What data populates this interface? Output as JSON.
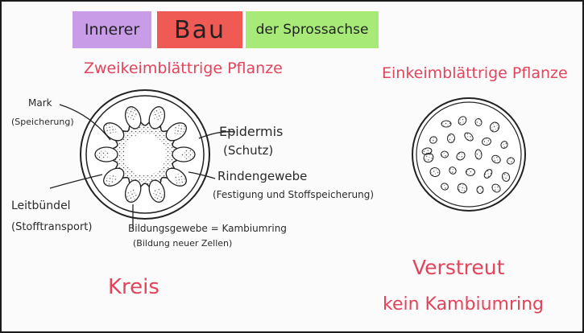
{
  "title": {
    "part1": "Innerer",
    "part2": "Bau",
    "part3": "der Sprossachse"
  },
  "left_diagram": {
    "heading": "Zweikeimblättrige Pflanze",
    "labels": {
      "mark": "Mark",
      "mark_note": "(Speicherung)",
      "epidermis": "Epidermis",
      "epidermis_note": "(Schutz)",
      "rindengewebe": "Rindengewebe",
      "rindengewebe_note": "(Festigung und Stoffspeicherung)",
      "leitbuendel": "Leitbündel",
      "leitbuendel_note": "(Stofftransport)",
      "bildungsgewebe": "Bildungsgewebe = Kambiumring",
      "bildungsgewebe_note": "(Bildung neuer Zellen)"
    },
    "summary": "Kreis"
  },
  "right_diagram": {
    "heading": "Einkeimblättrige Pflanze",
    "summary1": "Verstreut",
    "summary2": "kein Kambiumring"
  },
  "colors": {
    "title1_bg": "#c89ce6",
    "title2_bg": "#f05a55",
    "title3_bg": "#a8ea78",
    "accent_text": "#e2445c"
  }
}
